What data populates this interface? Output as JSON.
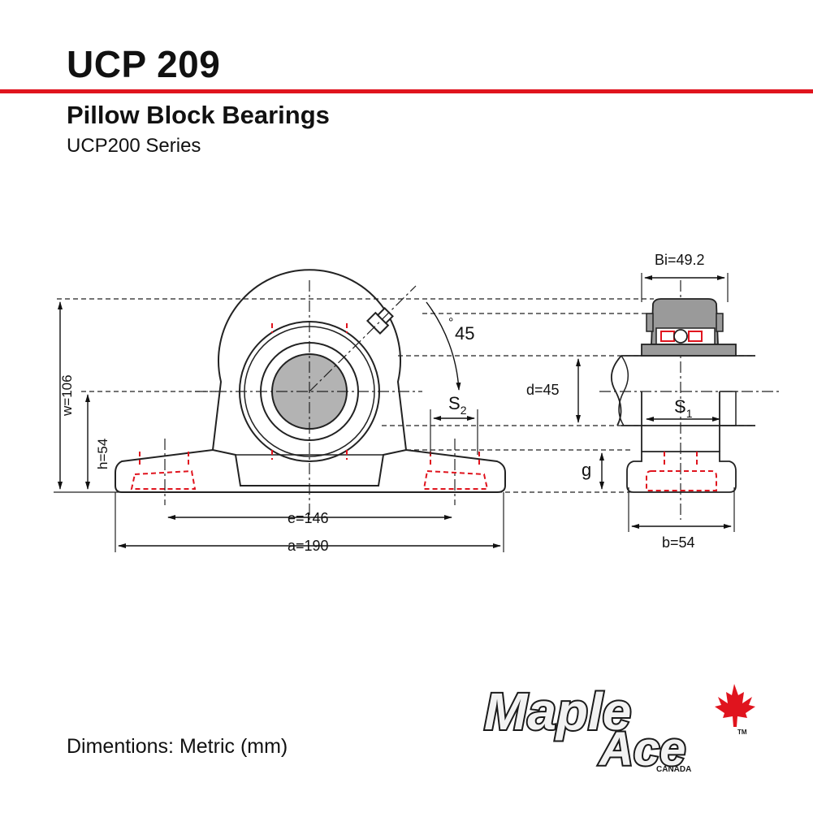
{
  "header": {
    "title": "UCP 209",
    "subtitle": "Pillow Block Bearings",
    "series": "UCP200 Series",
    "accent_color": "#e0141e"
  },
  "dimensions": {
    "bi": "Bi=49.2",
    "angle": "45",
    "s2": "S",
    "s2_sub": "2",
    "d": "d=45",
    "s1": "S",
    "s1_sub": "1",
    "w": "w=106",
    "h": "h=54",
    "g": "g",
    "e": "e=146",
    "a": "a=190",
    "b": "b=54"
  },
  "footer": {
    "units_note": "Dimentions: Metric (mm)"
  },
  "logo": {
    "line1": "Maple",
    "line2": "Ace",
    "tagline": "CANADA",
    "trademark": "TM",
    "icon": "maple-leaf-icon",
    "leaf_color": "#e0141e"
  }
}
